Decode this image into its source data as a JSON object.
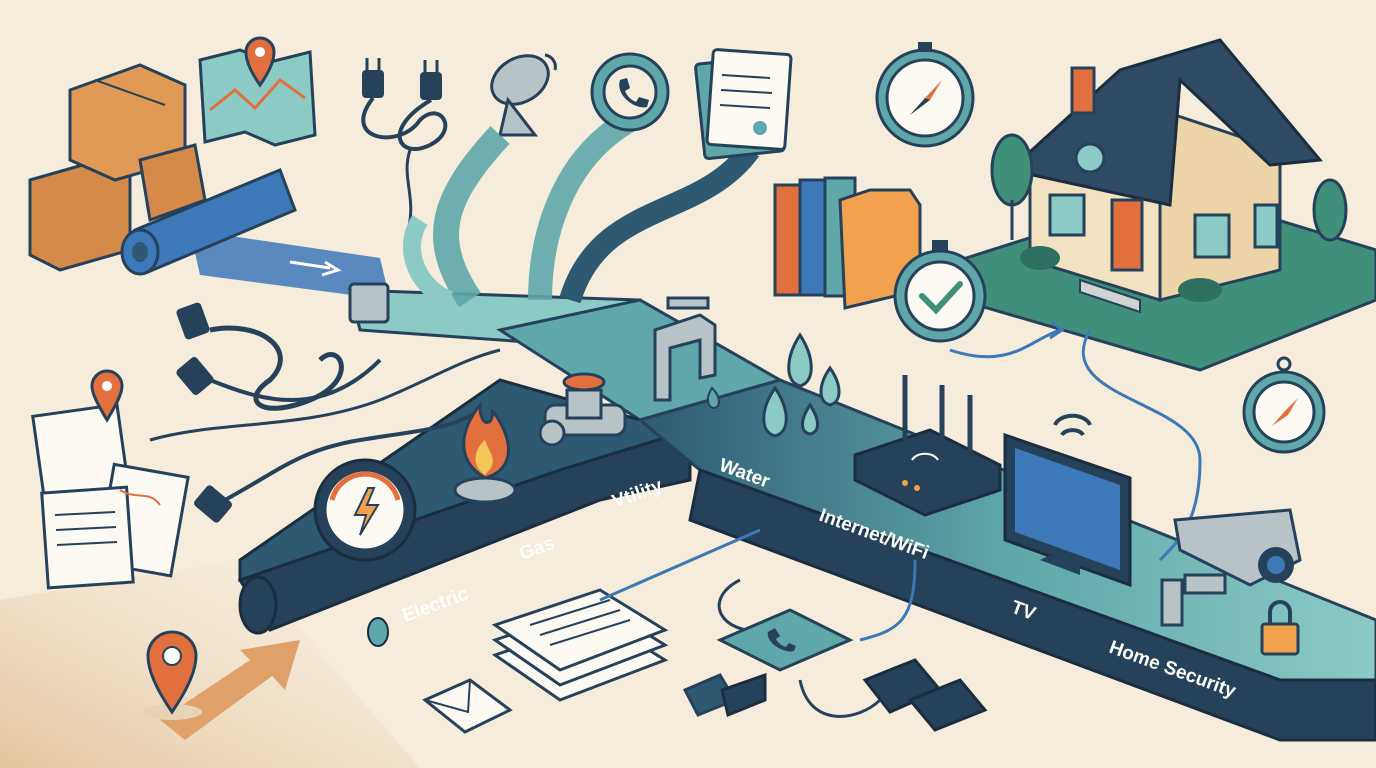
{
  "conveyor": {
    "segments": [
      {
        "label": "Electric"
      },
      {
        "label": "Gas"
      },
      {
        "label": "Vtility"
      },
      {
        "label": "Water"
      },
      {
        "label": "Internet/WiFi"
      },
      {
        "label": "TV"
      },
      {
        "label": "Home Security"
      }
    ]
  },
  "colors": {
    "background": "#f6ecdc",
    "belt_dark": "#26425a",
    "belt_teal": "#5fa7a8",
    "belt_light": "#8ccac6",
    "accent_orange": "#e2703f",
    "accent_blue": "#3d78b8",
    "house_wall": "#f3e2c2",
    "roof": "#2f4a63",
    "lawn": "#3f8f7a"
  },
  "icons": [
    "moving-boxes-icon",
    "map-pin-icon",
    "map-icon",
    "blueprint-roll-icon",
    "power-plug-icon",
    "satellite-dish-icon",
    "phone-icon",
    "document-icon",
    "compass-icon",
    "house-icon",
    "file-folders-icon",
    "stopwatch-check-icon",
    "electric-meter-icon",
    "gas-flame-icon",
    "gas-valve-icon",
    "water-faucet-icon",
    "water-drops-icon",
    "wifi-router-icon",
    "tv-monitor-icon",
    "security-camera-icon",
    "padlock-icon",
    "paper-stack-icon",
    "envelope-icon",
    "broken-cable-icon"
  ]
}
